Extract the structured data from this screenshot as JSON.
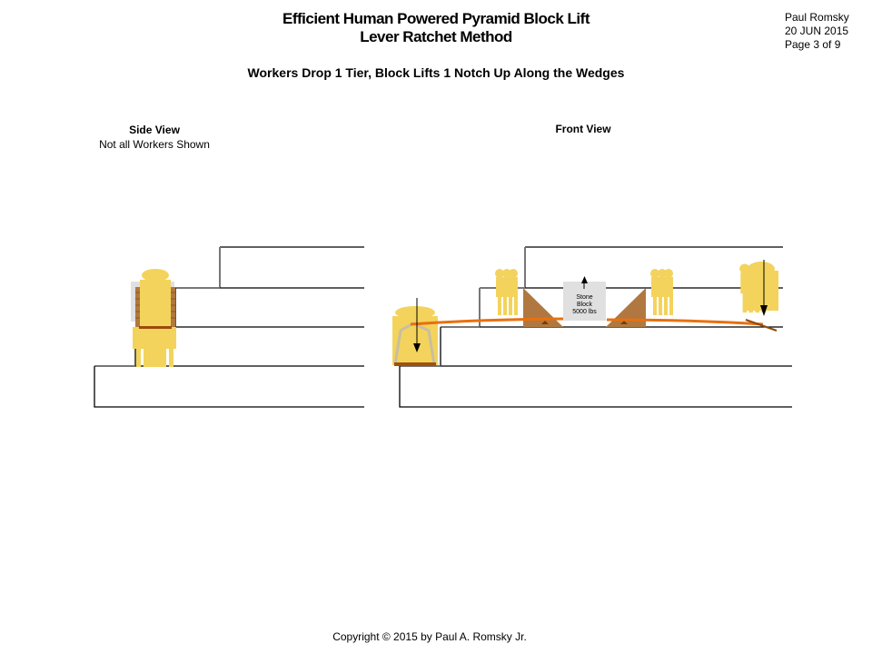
{
  "title": {
    "line1": "Efficient Human Powered Pyramid Block Lift",
    "line2": "Lever Ratchet Method"
  },
  "author": {
    "name": "Paul Romsky",
    "date": "20 JUN 2015",
    "page": "Page 3 of 9"
  },
  "subtitle": "Workers Drop 1 Tier, Block Lifts 1 Notch Up Along the Wedges",
  "side_view": {
    "heading": "Side View",
    "note": "Not all Workers Shown"
  },
  "front_view": {
    "heading": "Front View",
    "block_label": [
      "Stone",
      "Block",
      "5000 lbs"
    ]
  },
  "copyright": "Copyright © 2015 by Paul A. Romsky Jr.",
  "colors": {
    "worker": "#F3D35C",
    "wedge": "#B07840",
    "lever": "#E8700F",
    "block": "#E0E0E0"
  }
}
